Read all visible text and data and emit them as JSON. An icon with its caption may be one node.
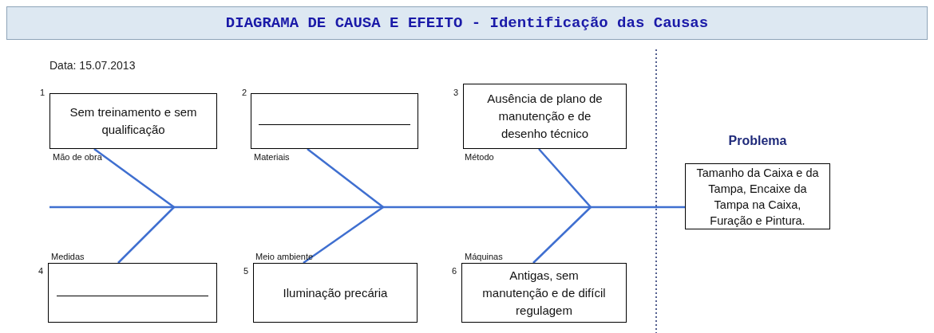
{
  "diagram": {
    "title": "DIAGRAMA DE CAUSA E EFEITO - Identificação das Causas",
    "nodes": [
      {
        "text": [
          "Sem treinamento e sem qualificação"
        ],
        "beside": [
          "1",
          "Mão de obra"
        ]
      },
      {
        "text": [],
        "shape": "box",
        "beside": [
          "2",
          "Materiais"
        ]
      },
      {
        "text": [
          "Ausência de plano de manutenção e de desenho técnico"
        ],
        "beside": [
          "3",
          "Método"
        ]
      },
      {
        "text": [],
        "shape": "box",
        "beside": [
          "4",
          "Medidas"
        ]
      },
      {
        "text": [
          "Iluminação precária"
        ],
        "beside": [
          "5",
          "Meio ambiente"
        ]
      },
      {
        "text": [
          "Antigas, sem manutenção e de difícil regulagem"
        ],
        "beside": [
          "6",
          "Máquinas"
        ]
      },
      {
        "text": [
          "Problema",
          "Tamanho da Caixa e da Tampa, Encaixe da Tampa na Caixa, Furação e Pintura."
        ]
      }
    ],
    "edges": [
      {
        "from": 0,
        "to": null,
        "arrow": "none"
      },
      {
        "from": 1,
        "to": null,
        "arrow": "none"
      },
      {
        "from": 2,
        "to": null,
        "arrow": "none"
      },
      {
        "from": 3,
        "to": null,
        "arrow": "none"
      },
      {
        "from": 4,
        "to": null,
        "arrow": "none"
      },
      {
        "from": 5,
        "to": null,
        "arrow": "none"
      },
      {
        "from": null,
        "to": 6,
        "arrow": "none"
      }
    ],
    "labels": [
      "Data: 15.07.2013"
    ]
  }
}
